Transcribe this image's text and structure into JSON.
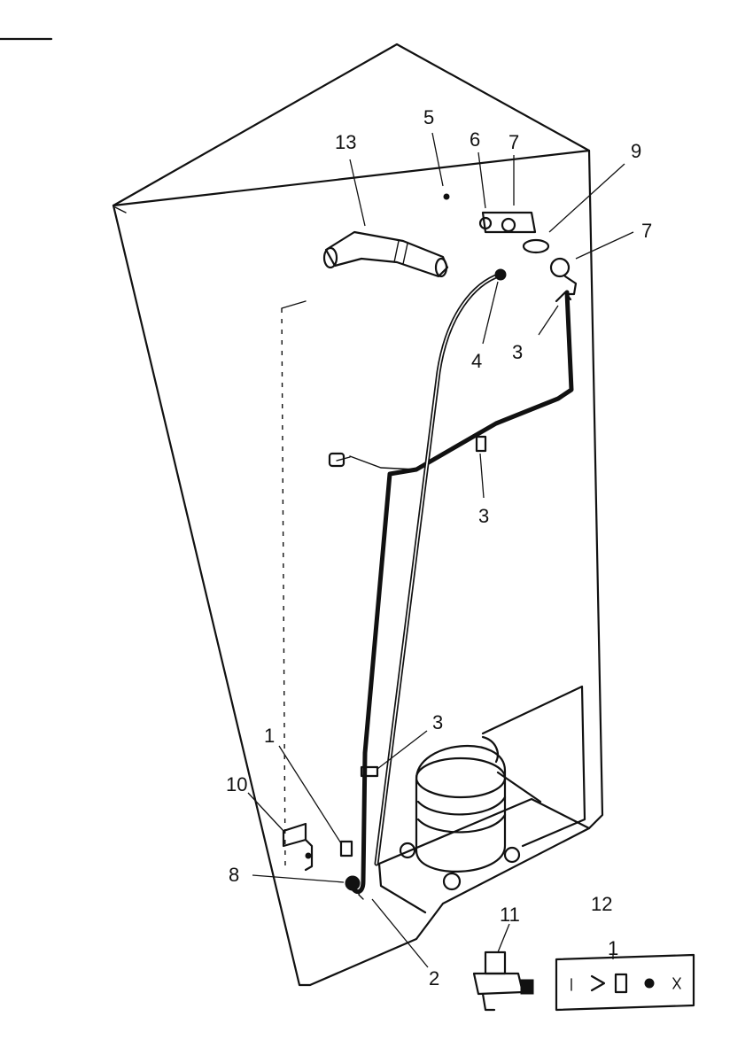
{
  "diagram": {
    "callouts": [
      {
        "id": "13",
        "label": "13"
      },
      {
        "id": "5",
        "label": "5"
      },
      {
        "id": "6",
        "label": "6"
      },
      {
        "id": "7a",
        "label": "7"
      },
      {
        "id": "9",
        "label": "9"
      },
      {
        "id": "7b",
        "label": "7"
      },
      {
        "id": "4",
        "label": "4"
      },
      {
        "id": "3a",
        "label": "3"
      },
      {
        "id": "3b",
        "label": "3"
      },
      {
        "id": "3c",
        "label": "3"
      },
      {
        "id": "1a",
        "label": "1"
      },
      {
        "id": "10",
        "label": "10"
      },
      {
        "id": "8",
        "label": "8"
      },
      {
        "id": "2",
        "label": "2"
      },
      {
        "id": "11",
        "label": "11"
      },
      {
        "id": "12",
        "label": "12"
      },
      {
        "id": "1b",
        "label": "1"
      }
    ]
  }
}
